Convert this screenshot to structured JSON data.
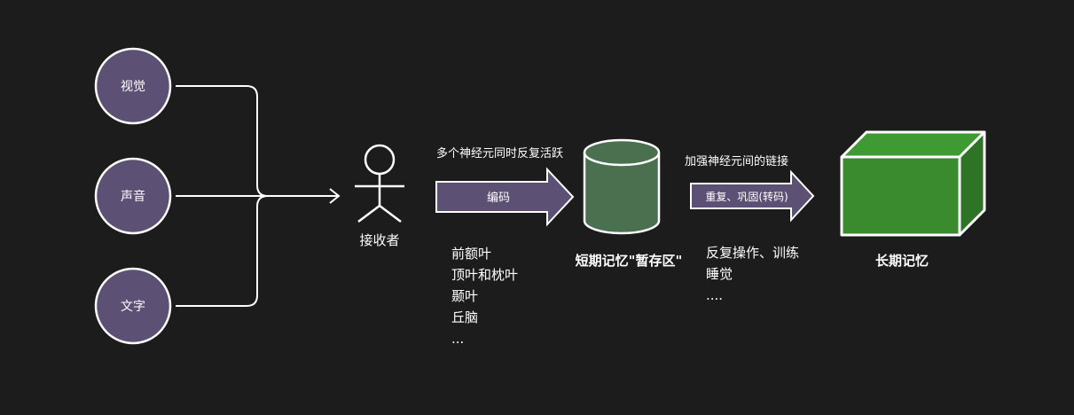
{
  "inputs": {
    "vision": "视觉",
    "sound": "声音",
    "text": "文字"
  },
  "receiver": {
    "label": "接收者"
  },
  "encoding": {
    "caption": "多个神经元同时反复活跃",
    "arrow_label": "编码",
    "regions": [
      "前额叶",
      "顶叶和枕叶",
      "颞叶",
      "丘脑",
      "..."
    ]
  },
  "short_term": {
    "label": "短期记忆\"暂存区\""
  },
  "consolidation": {
    "caption": "加强神经元间的链接",
    "arrow_label": "重复、巩固(转码)",
    "methods": [
      "反复操作、训练",
      "睡觉",
      "...."
    ]
  },
  "long_term": {
    "label": "长期记忆"
  },
  "colors": {
    "background": "#1c1c1c",
    "input_circle": "#5c5074",
    "arrow_fill": "#5c5074",
    "cylinder": "#4b7050",
    "cube_front": "#3a8a2e",
    "cube_top": "#3f9a33",
    "cube_side": "#2e7326",
    "stroke": "#ffffff"
  }
}
